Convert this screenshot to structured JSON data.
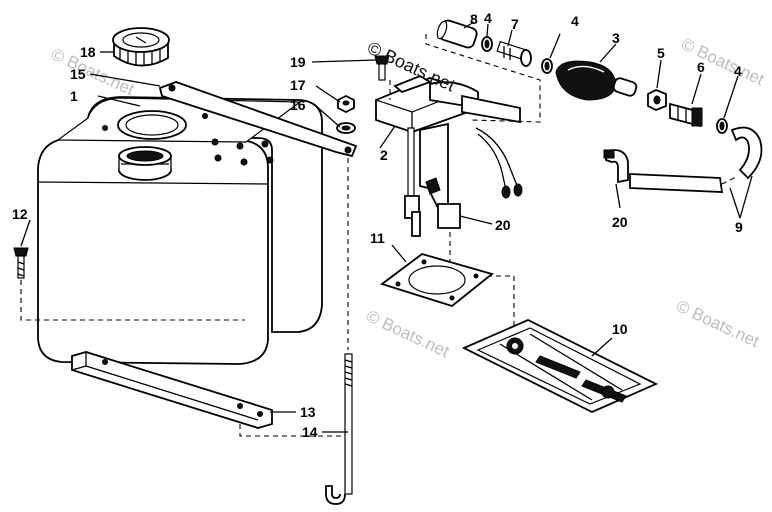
{
  "watermark": {
    "text": "© Boats.net",
    "color": "#bdbdbd"
  },
  "callouts": [
    {
      "id": "tank",
      "label": "1"
    },
    {
      "id": "fuel-gauge-pickup",
      "label": "2"
    },
    {
      "id": "primer-bulb",
      "label": "3"
    },
    {
      "id": "clamp-upper-left",
      "label": "4"
    },
    {
      "id": "clamp-upper-mid",
      "label": "4"
    },
    {
      "id": "clamp-right",
      "label": "4"
    },
    {
      "id": "hose-nut",
      "label": "5"
    },
    {
      "id": "connector-right",
      "label": "6"
    },
    {
      "id": "connector-left",
      "label": "7"
    },
    {
      "id": "hose-sleeve",
      "label": "8"
    },
    {
      "id": "fuel-hose",
      "label": "9"
    },
    {
      "id": "filter-screen",
      "label": "10"
    },
    {
      "id": "gasket",
      "label": "11"
    },
    {
      "id": "screw-left",
      "label": "12"
    },
    {
      "id": "bracket",
      "label": "13"
    },
    {
      "id": "j-bolt",
      "label": "14"
    },
    {
      "id": "strap",
      "label": "15"
    },
    {
      "id": "washer",
      "label": "16"
    },
    {
      "id": "nut",
      "label": "17"
    },
    {
      "id": "filler-cap",
      "label": "18"
    },
    {
      "id": "screw-top",
      "label": "19"
    },
    {
      "id": "hose-clip-upper",
      "label": "20"
    },
    {
      "id": "hose-clip-lower",
      "label": "20"
    }
  ]
}
